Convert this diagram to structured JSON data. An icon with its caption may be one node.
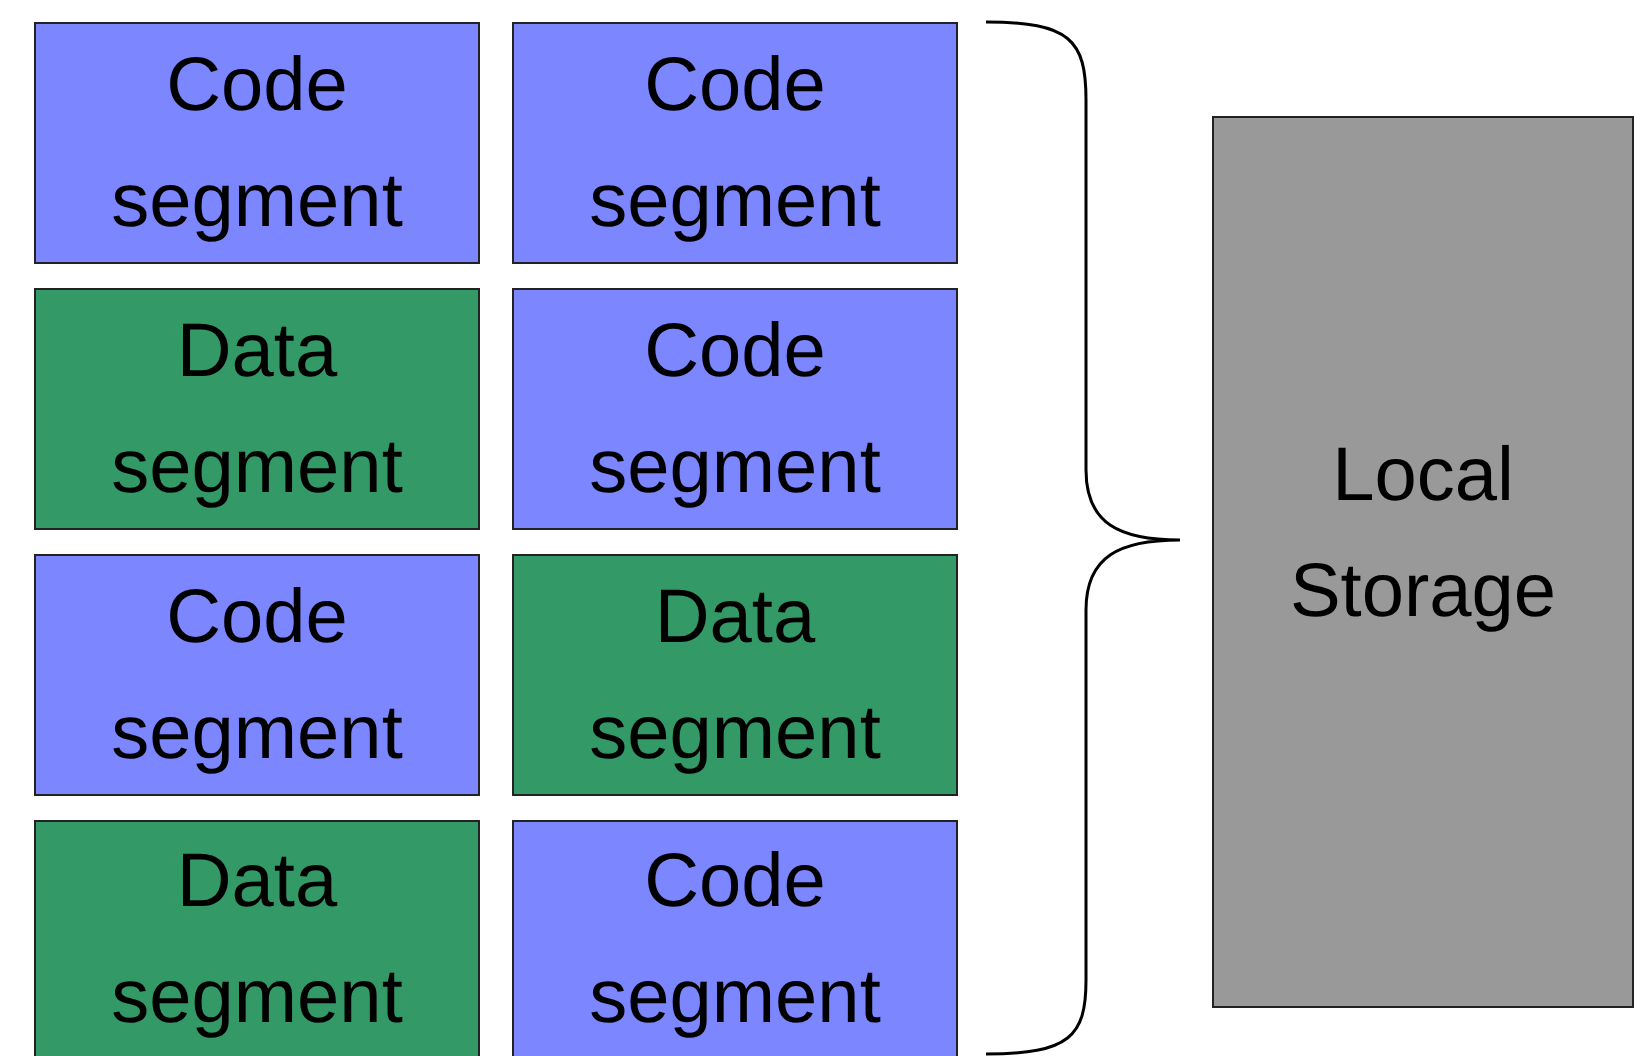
{
  "diagram": {
    "nodes": [
      {
        "text": [
          "Code segment"
        ]
      },
      {
        "text": [
          "Code segment"
        ]
      },
      {
        "text": [
          "Data segment"
        ]
      },
      {
        "text": [
          "Code segment"
        ]
      },
      {
        "text": [
          "Code segment"
        ]
      },
      {
        "text": [
          "Data segment"
        ]
      },
      {
        "text": [
          "Data segment"
        ]
      },
      {
        "text": [
          "Code segment"
        ]
      },
      {
        "text": [
          "Local Storage"
        ]
      }
    ]
  }
}
